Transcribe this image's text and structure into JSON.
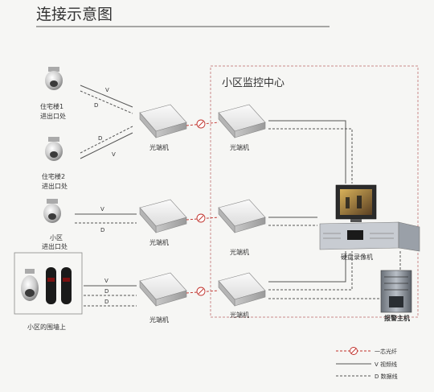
{
  "title": "连接示意图",
  "center_title": "小区监控中心",
  "cameras": [
    {
      "label1": "住宅楼1",
      "label2": "进出口处"
    },
    {
      "label1": "住宅楼2",
      "label2": "进出口处"
    },
    {
      "label1": "小区",
      "label2": "进出口处"
    },
    {
      "label1": "小区的围墙上",
      "label2": ""
    }
  ],
  "device_label": "光端机",
  "dvr_label": "硬盘录像机",
  "alarm_label": "报警主机",
  "line_v": "V",
  "line_d": "D",
  "legend": {
    "fiber": "一芯光纤",
    "video": "V 视频线",
    "data": "D 数据线"
  }
}
